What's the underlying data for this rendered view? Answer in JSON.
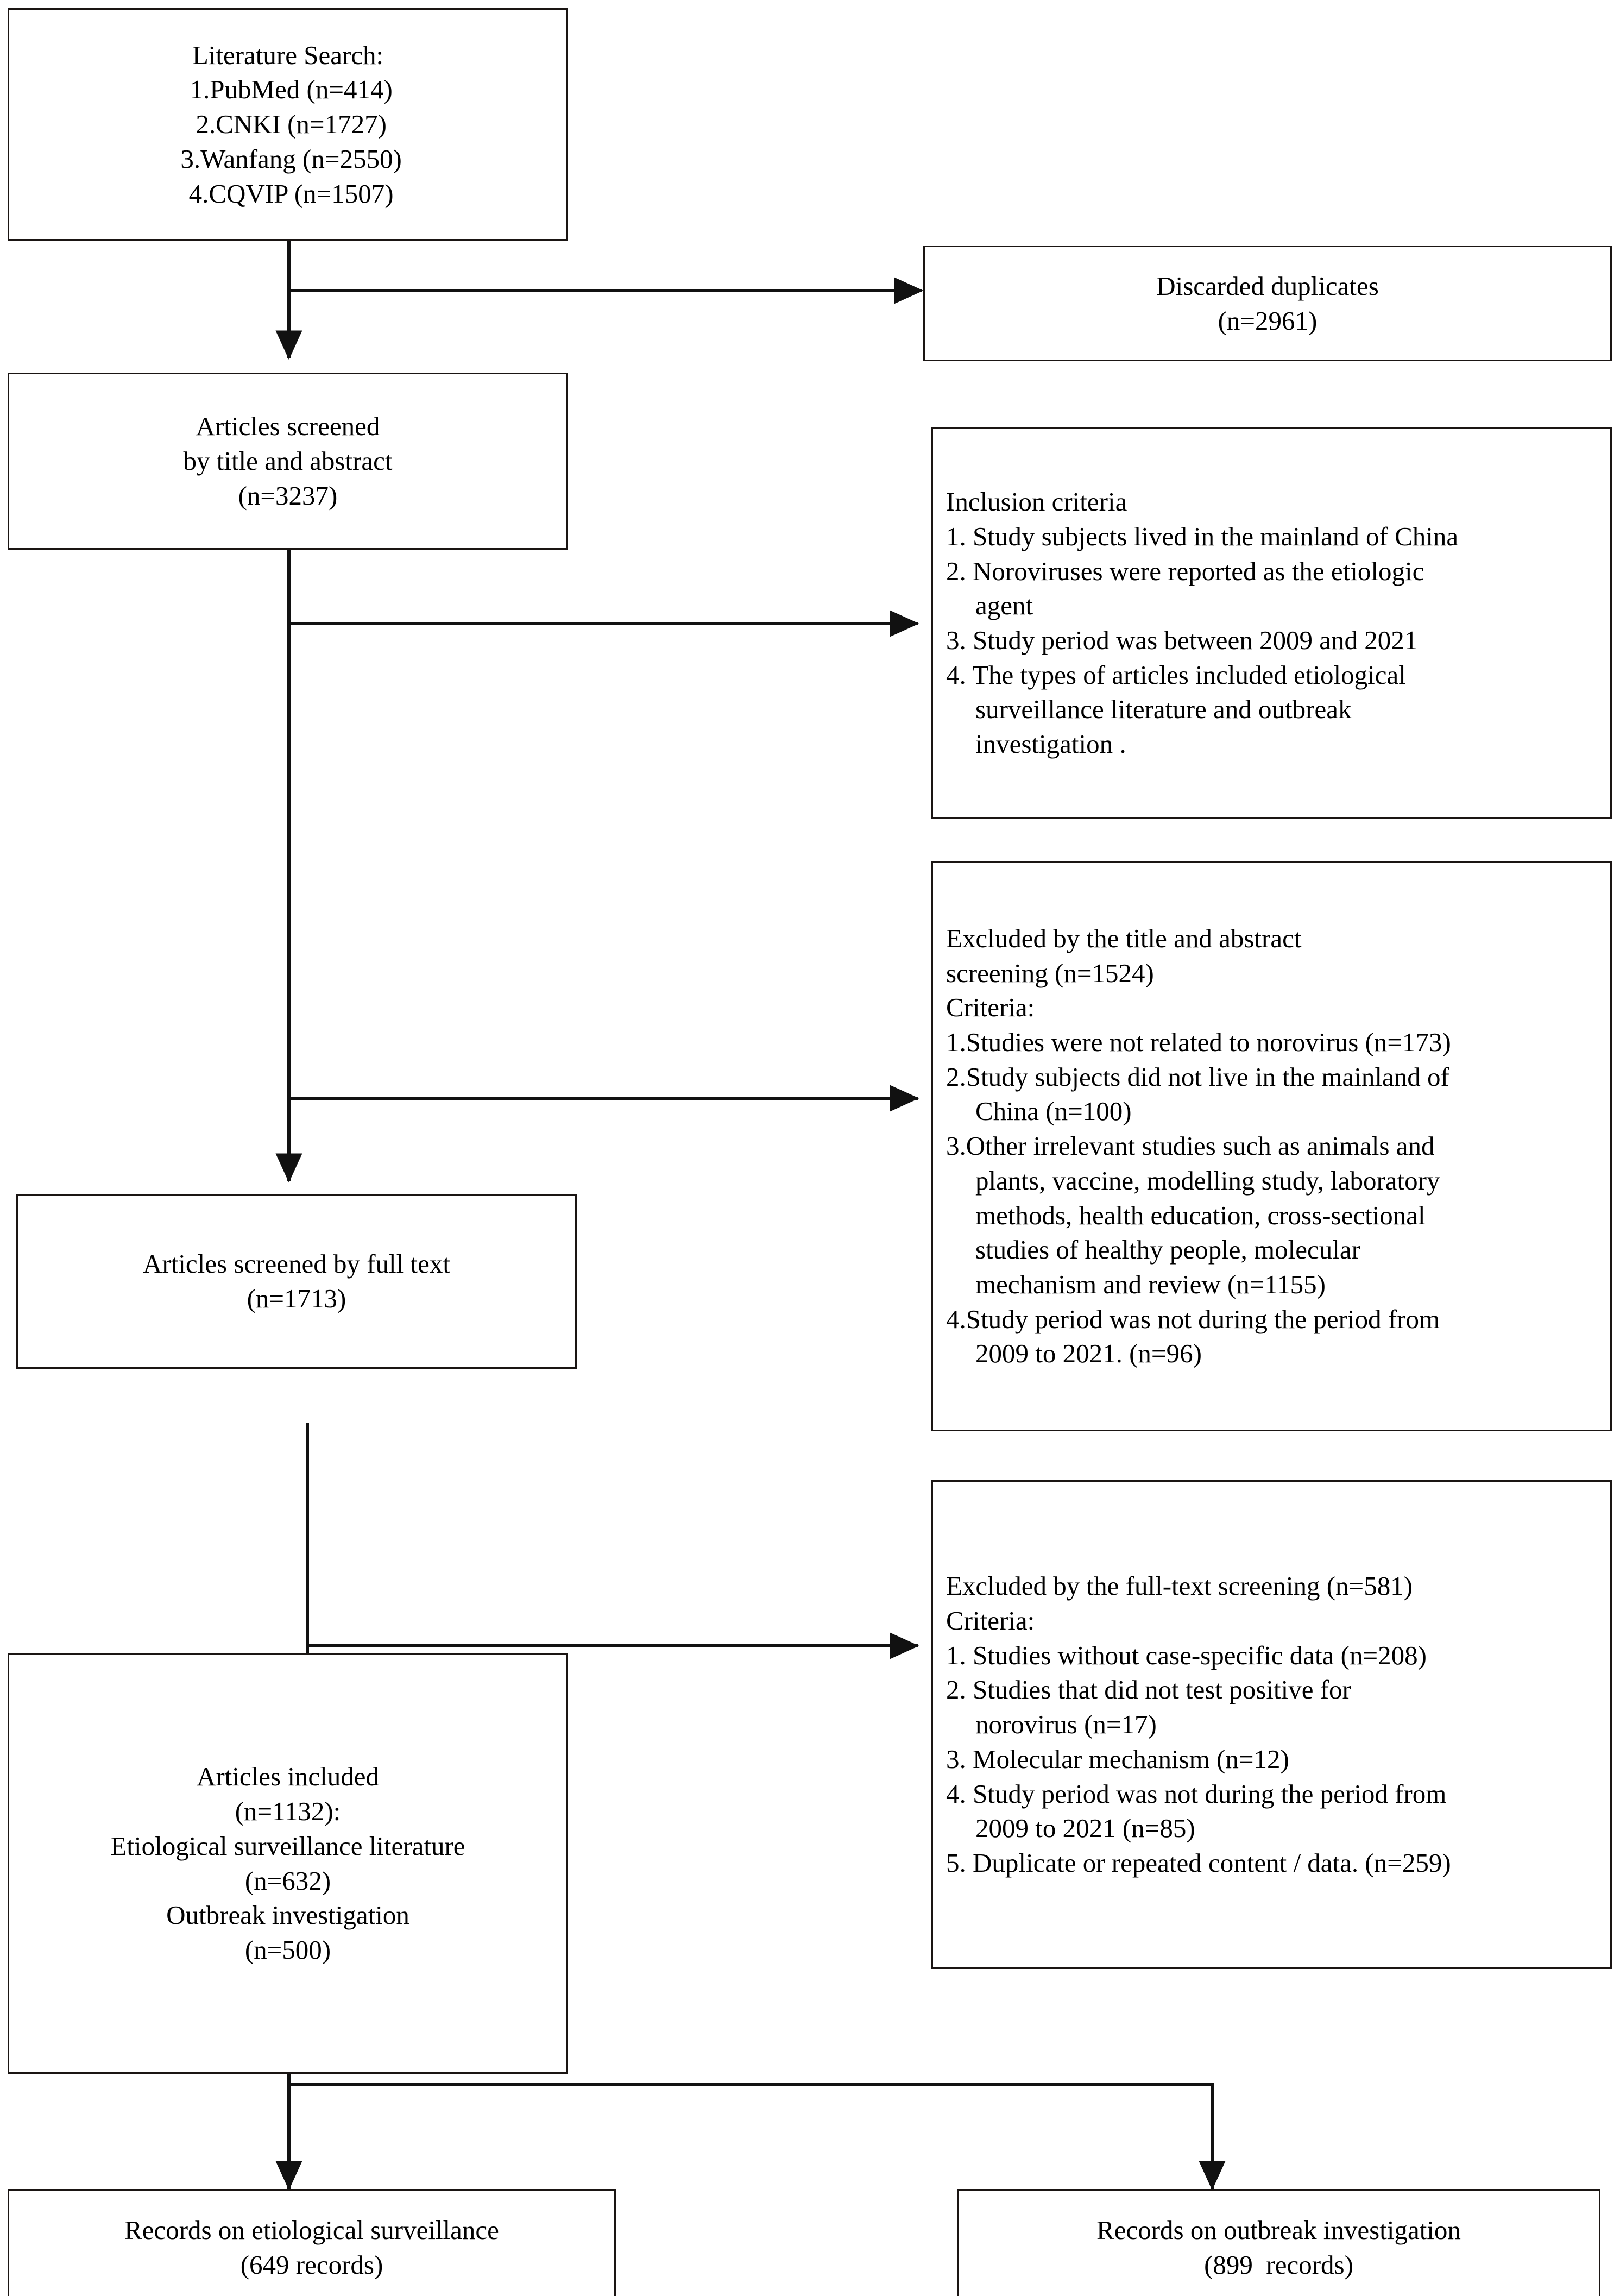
{
  "diagram": {
    "title": "Literature selection flow diagram",
    "type": "prisma-flowchart",
    "line_color": "#1a1513"
  },
  "boxes": {
    "literature_search": {
      "lines": [
        "Literature Search:",
        " 1.PubMed (n=414)",
        " 2.CNKI (n=1727)",
        " 3.Wanfang (n=2550)",
        " 4.CQVIP (n=1507)"
      ]
    },
    "discarded_duplicates": {
      "lines": [
        "Discarded duplicates",
        "(n=2961)"
      ]
    },
    "screened_title_abstract": {
      "lines": [
        "Articles screened",
        "by title and abstract",
        "(n=3237)"
      ]
    },
    "inclusion_criteria": {
      "lines": [
        "Inclusion criteria",
        "1. Study subjects lived in the mainland of China",
        "2. Noroviruses were reported as the etiologic",
        "agent",
        "3. Study period was between 2009 and 2021",
        "4. The types of articles included etiological",
        "surveillance literature and outbreak",
        "investigation ."
      ],
      "indented": [
        3,
        6,
        7
      ]
    },
    "excluded_title_abstract": {
      "lines": [
        "Excluded by the title and abstract",
        "screening (n=1524)",
        "Criteria:",
        "1.Studies were not related to norovirus (n=173)",
        "2.Study subjects did not live in the mainland of",
        "China (n=100)",
        "3.Other irrelevant studies such as animals and",
        "plants, vaccine, modelling study, laboratory",
        "methods, health education, cross-sectional",
        "studies of healthy people, molecular",
        "mechanism and review (n=1155)",
        "4.Study period was not during the period from",
        "2009 to 2021. (n=96)"
      ],
      "indented": [
        5,
        7,
        8,
        9,
        10,
        12
      ]
    },
    "screened_full_text": {
      "lines": [
        "Articles screened by full text",
        "(n=1713)"
      ]
    },
    "excluded_full_text": {
      "lines": [
        "Excluded by the full-text screening (n=581)",
        "Criteria:",
        "1. Studies without case-specific data (n=208)",
        "2. Studies that did not test positive for",
        "norovirus (n=17)",
        "3. Molecular mechanism (n=12)",
        "4. Study period was not during the period from",
        "2009 to 2021 (n=85)",
        "5. Duplicate or repeated content / data. (n=259)"
      ],
      "indented": [
        4,
        7
      ]
    },
    "articles_included": {
      "lines": [
        "Articles included",
        "(n=1132):",
        "Etiological surveillance literature",
        "(n=632)",
        "Outbreak investigation",
        "(n=500)"
      ]
    },
    "records_etiological": {
      "lines": [
        "Records on etiological surveillance",
        "(649 records)"
      ]
    },
    "records_outbreak": {
      "lines": [
        "Records on outbreak investigation",
        "(899  records)"
      ]
    }
  }
}
